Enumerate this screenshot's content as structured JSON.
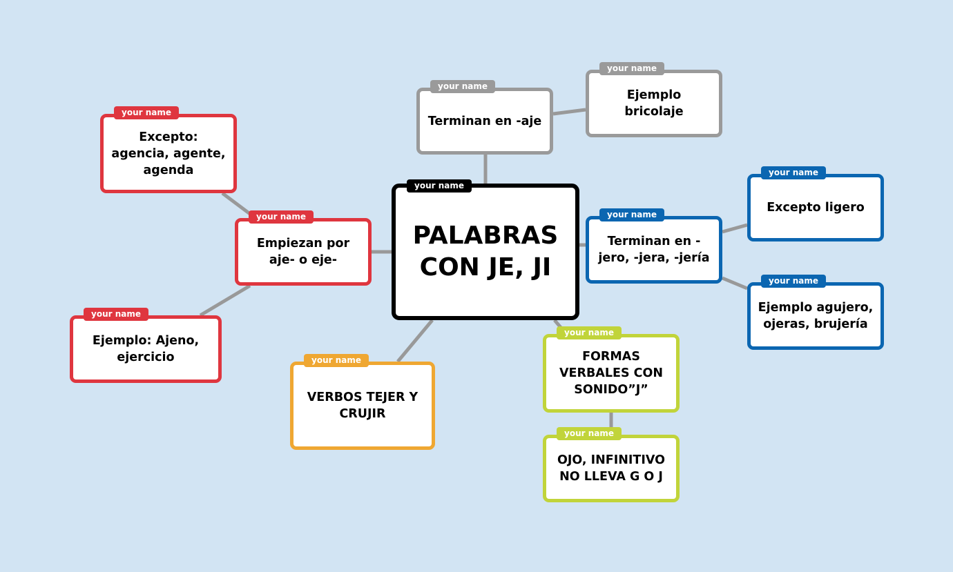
{
  "tag_label": "your name",
  "nodes": {
    "central": {
      "text": "PALABRAS\nCON JE, JI"
    },
    "aje": {
      "text": "Terminan en -aje"
    },
    "bricolaje": {
      "text": "Ejemplo bricolaje"
    },
    "ligero": {
      "text": "Excepto ligero"
    },
    "jero": {
      "text": "Terminan en -\njero, -jera, -jería"
    },
    "agujero": {
      "text": "Ejemplo agujero,\nojeras, brujería"
    },
    "formas": {
      "text": "FORMAS\nVERBALES CON\nSONIDO”J”"
    },
    "ojo": {
      "text": "OJO, INFINITIVO\nNO LLEVA G O J"
    },
    "tejer": {
      "text": "VERBOS TEJER Y\nCRUJIR"
    },
    "empiezan": {
      "text": "Empiezan por\naje- o eje-"
    },
    "excepto": {
      "text": "Excepto:\nagencia, agente,\nagenda"
    },
    "ajeno": {
      "text": "Ejemplo: Ajeno,\nejercicio"
    }
  },
  "colors": {
    "background": "#d2e4f3",
    "connector": "#999999",
    "gray": "#9a9a9a",
    "red": "#df363f",
    "blue": "#0b66b1",
    "orange": "#efa732",
    "green": "#c1d43a",
    "central": "#000000"
  }
}
